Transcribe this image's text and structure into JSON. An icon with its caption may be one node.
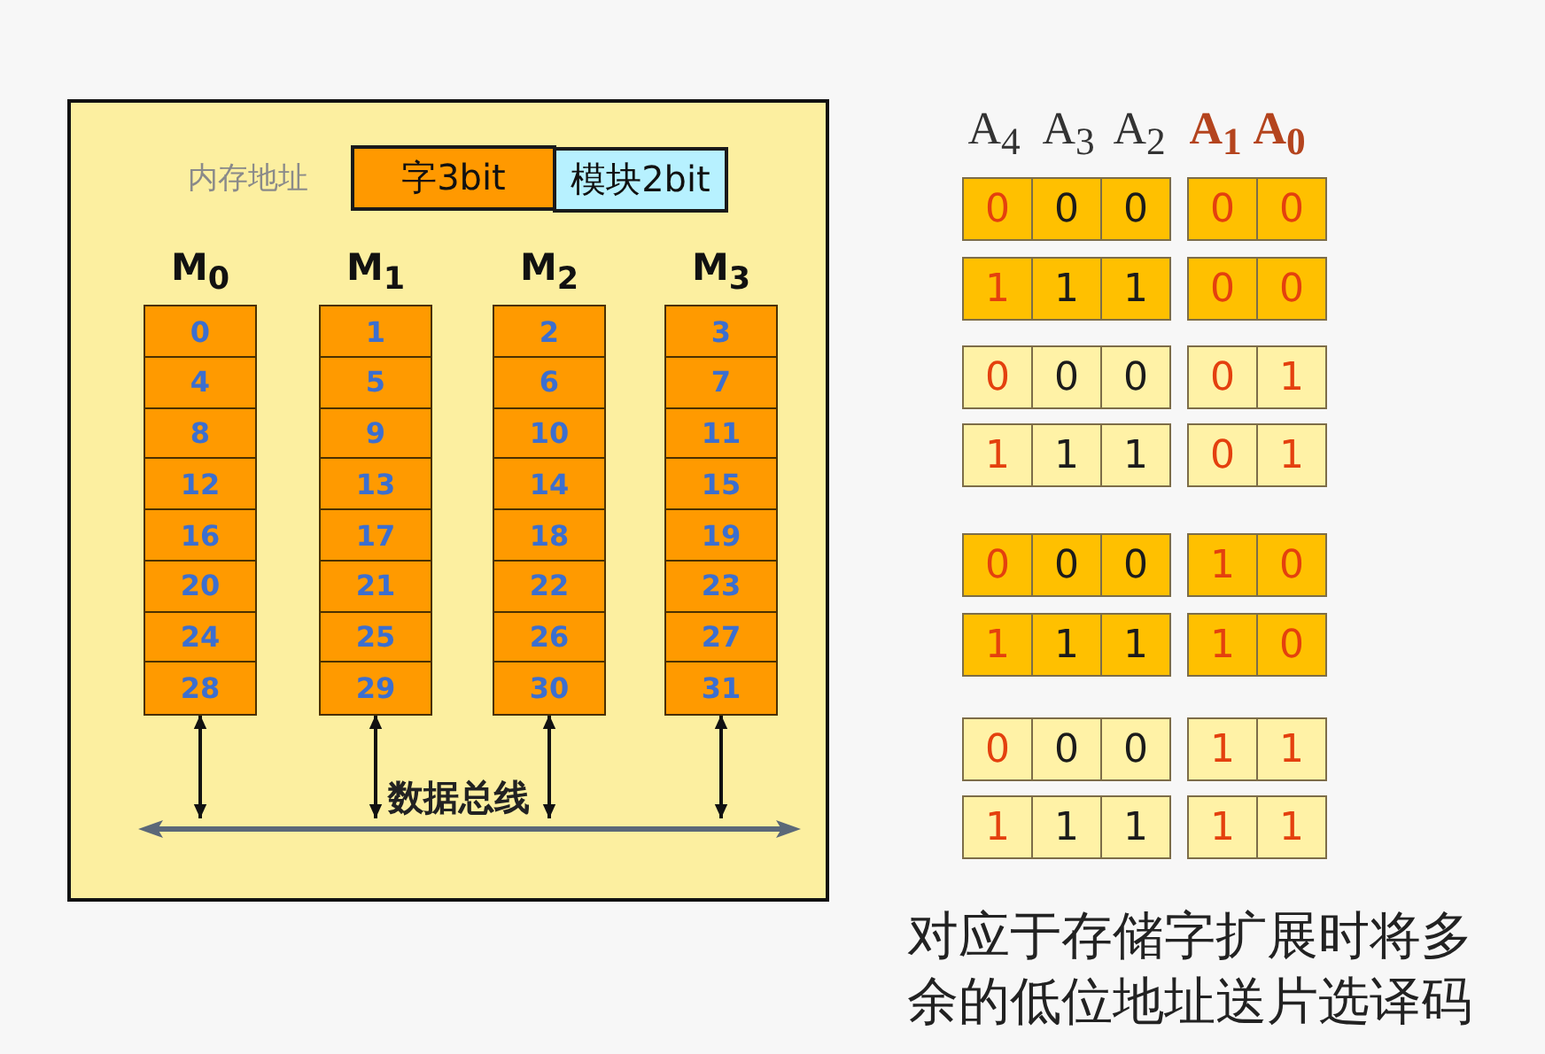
{
  "diagram": {
    "nodes": [
      {
        "text": [],
        "shape": "box"
      },
      {
        "text": [
          "字3bit"
        ],
        "in": 0
      },
      {
        "text": [
          "模块2bit"
        ],
        "in": 0
      },
      {
        "text": [
          "M$_{0}$"
        ],
        "in": 0
      },
      {
        "text": [
          "0"
        ],
        "in": 3
      },
      {
        "text": [
          "4"
        ],
        "in": 3
      },
      {
        "text": [
          "8"
        ],
        "in": 3
      },
      {
        "text": [
          "12"
        ],
        "in": 3
      },
      {
        "text": [
          "16"
        ],
        "in": 3
      },
      {
        "text": [
          "20"
        ],
        "in": 3
      },
      {
        "text": [
          "24"
        ],
        "in": 3
      },
      {
        "text": [
          "28"
        ],
        "in": 3
      },
      {
        "text": [
          "M$_{1}$"
        ],
        "in": 0
      },
      {
        "text": [
          "1"
        ],
        "in": 12
      },
      {
        "text": [
          "5"
        ],
        "in": 12
      },
      {
        "text": [
          "9"
        ],
        "in": 12
      },
      {
        "text": [
          "13"
        ],
        "in": 12
      },
      {
        "text": [
          "17"
        ],
        "in": 12
      },
      {
        "text": [
          "21"
        ],
        "in": 12
      },
      {
        "text": [
          "25"
        ],
        "in": 12
      },
      {
        "text": [
          "29"
        ],
        "in": 12
      },
      {
        "text": [
          "M$_{2}$"
        ],
        "in": 0
      },
      {
        "text": [
          "2"
        ],
        "in": 21
      },
      {
        "text": [
          "6"
        ],
        "in": 21
      },
      {
        "text": [
          "10"
        ],
        "in": 21
      },
      {
        "text": [
          "14"
        ],
        "in": 21
      },
      {
        "text": [
          "18"
        ],
        "in": 21
      },
      {
        "text": [
          "22"
        ],
        "in": 21
      },
      {
        "text": [
          "26"
        ],
        "in": 21
      },
      {
        "text": [
          "30"
        ],
        "in": 21
      },
      {
        "text": [
          "M$_{3}$"
        ],
        "in": 0
      },
      {
        "text": [
          "3"
        ],
        "in": 30
      },
      {
        "text": [
          "7"
        ],
        "in": 30
      },
      {
        "text": [
          "11"
        ],
        "in": 30
      },
      {
        "text": [
          "15"
        ],
        "in": 30
      },
      {
        "text": [
          "19"
        ],
        "in": 30
      },
      {
        "text": [
          "23"
        ],
        "in": 30
      },
      {
        "text": [
          "27"
        ],
        "in": 30
      },
      {
        "text": [
          "31"
        ],
        "in": 30
      },
      {
        "text": [],
        "shape": "bar",
        "in": 0,
        "beside": [
          "数据总线"
        ]
      },
      {
        "text": [
          "0"
        ]
      },
      {
        "text": [
          "0"
        ]
      },
      {
        "text": [
          "0"
        ]
      },
      {
        "text": [
          "0"
        ]
      },
      {
        "text": [
          "0"
        ]
      },
      {
        "text": [
          "1"
        ]
      },
      {
        "text": [
          "1"
        ]
      },
      {
        "text": [
          "1"
        ]
      },
      {
        "text": [
          "0"
        ]
      },
      {
        "text": [
          "0"
        ]
      },
      {
        "text": [
          "0"
        ]
      },
      {
        "text": [
          "0"
        ]
      },
      {
        "text": [
          "0"
        ]
      },
      {
        "text": [
          "0"
        ]
      },
      {
        "text": [
          "1"
        ]
      },
      {
        "text": [
          "1"
        ]
      },
      {
        "text": [
          "1"
        ]
      },
      {
        "text": [
          "1"
        ]
      },
      {
        "text": [
          "0"
        ]
      },
      {
        "text": [
          "1"
        ]
      },
      {
        "text": [
          "0"
        ]
      },
      {
        "text": [
          "0"
        ]
      },
      {
        "text": [
          "0"
        ]
      },
      {
        "text": [
          "1"
        ]
      },
      {
        "text": [
          "0"
        ]
      },
      {
        "text": [
          "1"
        ]
      },
      {
        "text": [
          "1"
        ]
      },
      {
        "text": [
          "1"
        ]
      },
      {
        "text": [
          "1"
        ]
      },
      {
        "text": [
          "0"
        ]
      },
      {
        "text": [
          "0"
        ]
      },
      {
        "text": [
          "0"
        ]
      },
      {
        "text": [
          "0"
        ]
      },
      {
        "text": [
          "1"
        ]
      },
      {
        "text": [
          "1"
        ]
      },
      {
        "text": [
          "1"
        ]
      },
      {
        "text": [
          "1"
        ]
      },
      {
        "text": [
          "1"
        ]
      },
      {
        "text": [
          "1"
        ]
      },
      {
        "text": [
          "1"
        ]
      }
    ],
    "edges": [
      {
        "from": 3,
        "to": 39,
        "arrow": "both"
      },
      {
        "from": 12,
        "to": 39,
        "arrow": "both"
      },
      {
        "from": 21,
        "to": 39,
        "arrow": "both"
      },
      {
        "from": 30,
        "to": 39,
        "arrow": "both"
      }
    ],
    "labels": [
      "内存地址",
      "A$_{4}$",
      "A$_{3}$",
      "A$_{2}$",
      "A$_{1}$",
      "A$_{0}$",
      "对应于存储字扩展时将多余的低位地址送片选译码"
    ]
  }
}
